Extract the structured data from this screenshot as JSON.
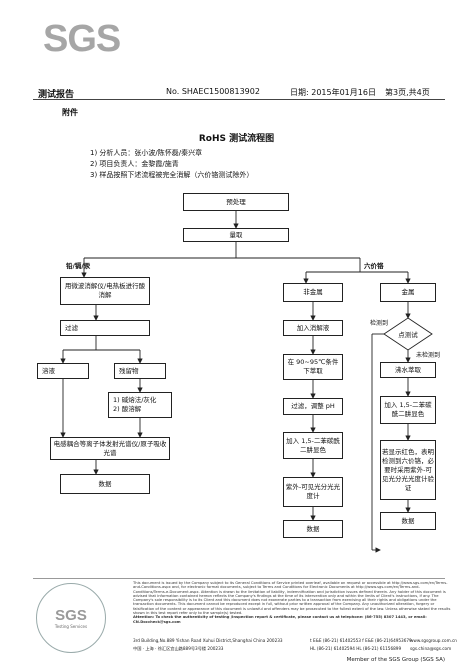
{
  "header": {
    "logo_text": "SGS",
    "report_title": "测试报告",
    "report_no": "No. SHAEC1500813902",
    "date": "日期: 2015年01月16日",
    "page": "第3页,共4页"
  },
  "annex_label": "附件",
  "flow_title": "RoHS 测试流程图",
  "notes": [
    "1) 分析人员：张小波/陈怀磊/秦兴章",
    "2) 项目负责人：金黎霞/施青",
    "3) 样品按照下述流程被完全消解（六价铬测试除外）"
  ],
  "flow": {
    "preprocess": "预处理",
    "weigh": "量取",
    "branch_metals": "铅/镉/汞",
    "branch_cr": "六价铬",
    "digest": "用微波消解仪/电热板进行酸消解",
    "filter": "过滤",
    "solution": "溶液",
    "residue": "残留物",
    "residue_treat": "1) 碱熔法/灰化\n2) 酸溶解",
    "icp": "电感耦合等离子体发射光谱仪/原子吸收光谱",
    "data1": "数据",
    "nonmetal": "非金属",
    "metal": "金属",
    "add_digest": "加入消解液",
    "heat": "在 90~95℃条件下萃取",
    "filter_ph": "过滤，调整 pH",
    "add_dpc_1": "加入 1,5-二苯碳酰二肼显色",
    "uvvis": "紫外-可见光分光光度计",
    "data2": "数据",
    "spot_test": "点测试",
    "detected": "检测到",
    "not_detected": "未检测到",
    "boil": "沸水萃取",
    "add_dpc_2": "加入 1,5-二苯碳酰二肼显色",
    "confirm": "若显示红色，表明检测到六价铬，必要时采用紫外-可见光分光光度计验证",
    "data3": "数据"
  },
  "footer": {
    "disclaimer": "This document is issued by the Company subject to its General Conditions of Service printed overleaf, available on request or accessible at http://www.sgs.com/en/Terms-and-Conditions.aspx and, for electronic format documents, subject to Terms and Conditions for Electronic Documents at http://www.sgs.com/en/Terms-and-Conditions/Terms-e-Document.aspx. Attention is drawn to the limitation of liability, indemnification and jurisdiction issues defined therein. Any holder of this document is advised that information contained hereon reflects the Company's findings at the time of its intervention only and within the limits of Client's instructions, if any. The Company's sole responsibility is to its Client and this document does not exonerate parties to a transaction from exercising all their rights and obligations under the transaction documents. This document cannot be reproduced except in full, without prior written approval of the Company. Any unauthorized alteration, forgery or falsification of the content or appearance of this document is unlawful and offenders may be prosecuted to the fullest extent of the law. Unless otherwise stated the results shown in this test report refer only to the sample(s) tested.",
    "attention": "Attention: To check the authenticity of testing /inspection report & certificate, please contact us at telephone: (86-755) 8307 1443, or email: CN.Doccheck@sgs.com",
    "seal_text": "SGS",
    "seal_sub": "Testing Services",
    "addr_en": "3rd Building,No.889 Yishan Road Xuhui District,Shanghai China  200233",
    "addr_cn": "中国 · 上海 · 徐汇区宜山路889号3号楼  200233",
    "tel_en": "t E&E (86-21) 61402553   f E&E (86-21)64953679",
    "tel_hl": "HL (86-21) 61402594   HL (86-21) 61156899",
    "web_en": "www.sgsgroup.com.cn",
    "web_cn": "sgs.china@sgs.com",
    "member": "Member of the SGS Group (SGS SA)"
  }
}
